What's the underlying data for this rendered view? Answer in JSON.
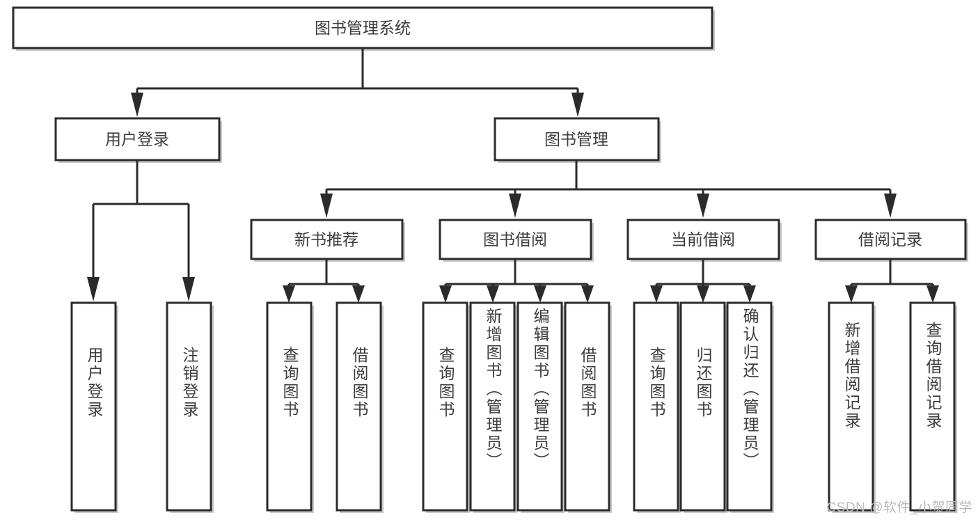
{
  "diagram": {
    "type": "tree",
    "title": "图书管理系统",
    "watermark": "CSDN @软件_小贺同学",
    "colors": {
      "box_stroke": "#2b2b2b",
      "box_fill": "#ffffff",
      "text": "#3c3c3c",
      "shadow": "#b8b8b8",
      "watermark": "#b9b9b9",
      "background": "#ffffff"
    },
    "root": {
      "label": "图书管理系统"
    },
    "level2": [
      {
        "label": "用户登录"
      },
      {
        "label": "图书管理"
      }
    ],
    "level3": [
      {
        "label": "新书推荐"
      },
      {
        "label": "图书借阅"
      },
      {
        "label": "当前借阅"
      },
      {
        "label": "借阅记录"
      }
    ],
    "leaves": {
      "user_login": [
        {
          "label": "用户登录"
        },
        {
          "label": "注销登录"
        }
      ],
      "new_book": [
        {
          "label": "查询图书"
        },
        {
          "label": "借阅图书"
        }
      ],
      "book_borrow": [
        {
          "label": "查询图书"
        },
        {
          "label": "新增图书（管理员）"
        },
        {
          "label": "编辑图书（管理员）"
        },
        {
          "label": "借阅图书"
        }
      ],
      "current_borrow": [
        {
          "label": "查询图书"
        },
        {
          "label": "归还图书"
        },
        {
          "label": "确认归还（管理员）"
        }
      ],
      "borrow_record": [
        {
          "label": "新增借阅记录"
        },
        {
          "label": "查询借阅记录"
        }
      ]
    }
  }
}
